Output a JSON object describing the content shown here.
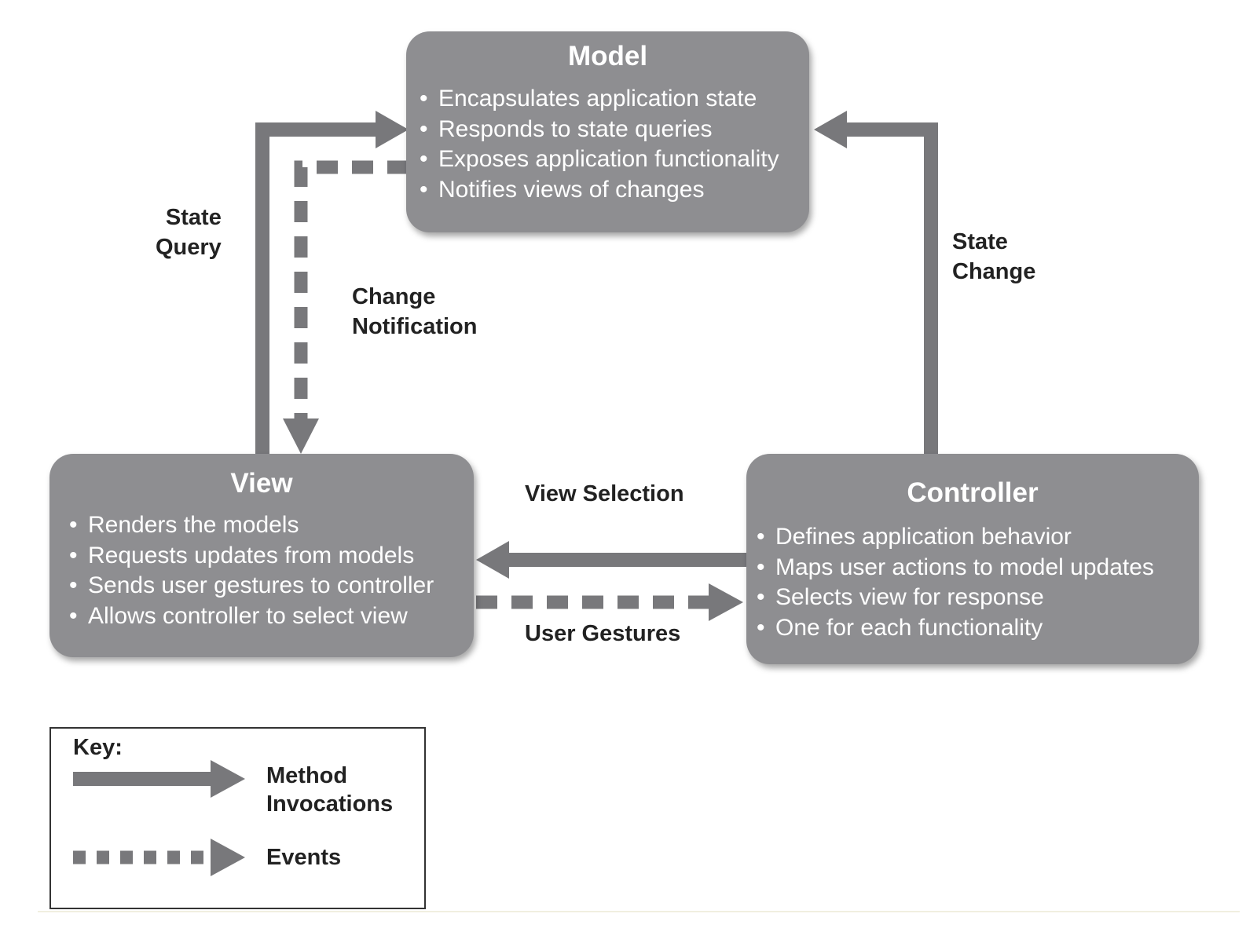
{
  "model": {
    "title": "Model",
    "items": [
      "Encapsulates application state",
      "Responds to state queries",
      "Exposes application functionality",
      "Notifies views of changes"
    ]
  },
  "view": {
    "title": "View",
    "items": [
      "Renders the models",
      "Requests updates from models",
      "Sends user gestures to controller",
      "Allows controller to select view"
    ]
  },
  "controller": {
    "title": "Controller",
    "items": [
      "Defines application behavior",
      "Maps user actions to model updates",
      "Selects view for response",
      "One for each functionality"
    ]
  },
  "labels": {
    "state_query": [
      "State",
      "Query"
    ],
    "change_notification": [
      "Change",
      "Notification"
    ],
    "state_change": [
      "State",
      "Change"
    ],
    "view_selection": "View Selection",
    "user_gestures": "User Gestures"
  },
  "key": {
    "title": "Key:",
    "method_invocations": [
      "Method",
      "Invocations"
    ],
    "events": "Events"
  },
  "colors": {
    "box": "#8e8e91",
    "arrow": "#78787b",
    "text_on_box": "#ffffff",
    "label_text": "#222222"
  }
}
